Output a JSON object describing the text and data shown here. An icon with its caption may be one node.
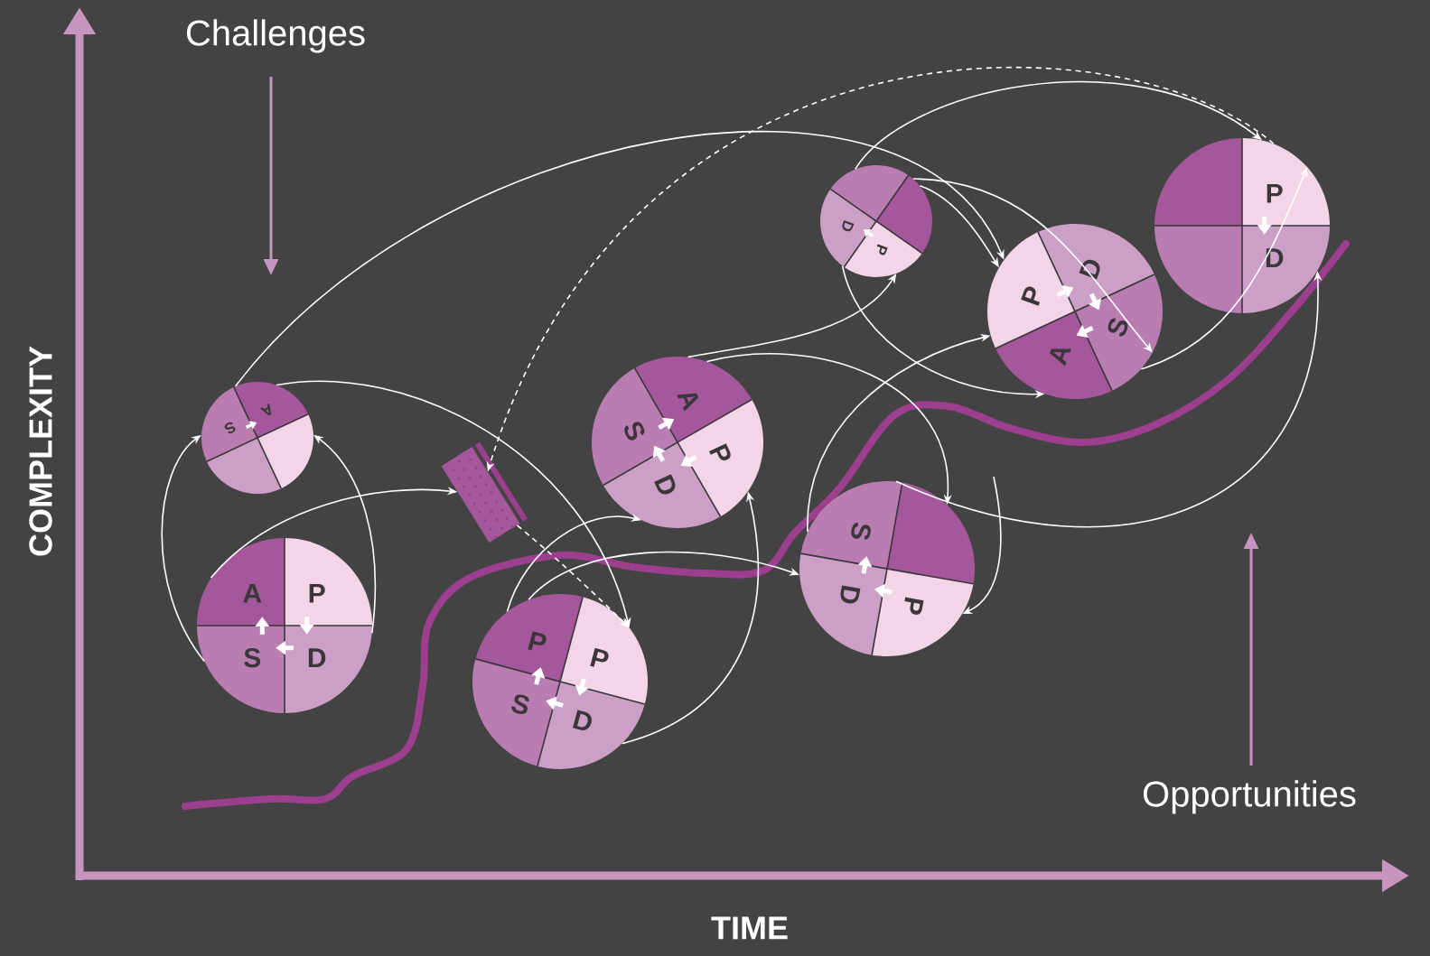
{
  "diagram": {
    "nodes": [
      {
        "text": [
          "A",
          "S"
        ]
      },
      {
        "text": [
          "A",
          "P",
          "S",
          "D"
        ]
      },
      {
        "text": [],
        "shape": "box"
      },
      {
        "text": [
          "A",
          "S",
          "P",
          "D"
        ]
      },
      {
        "text": [
          "P",
          "P",
          "S",
          "D"
        ]
      },
      {
        "text": [
          "D",
          "P"
        ]
      },
      {
        "text": [
          "S",
          "D",
          "P"
        ]
      },
      {
        "text": [
          "P",
          "D",
          "A",
          "S"
        ]
      },
      {
        "text": [
          "P",
          "D"
        ]
      }
    ],
    "edges": [
      {
        "from": 1,
        "to": 0,
        "arrow": "to"
      },
      {
        "from": 1,
        "to": 0,
        "arrow": "to"
      },
      {
        "from": 1,
        "to": 2,
        "arrow": "to"
      },
      {
        "from": 0,
        "to": 4,
        "arrow": "to"
      },
      {
        "from": 0,
        "to": 7,
        "arrow": "to"
      },
      {
        "from": 8,
        "to": 2,
        "arrow": "to",
        "style": "dashed"
      },
      {
        "from": 2,
        "to": 4,
        "arrow": "to",
        "style": "dashed"
      },
      {
        "from": 4,
        "to": 3,
        "arrow": "to"
      },
      {
        "from": 4,
        "to": 3,
        "arrow": "to"
      },
      {
        "from": 4,
        "to": 6,
        "arrow": "to"
      },
      {
        "from": 3,
        "to": 5,
        "arrow": "to"
      },
      {
        "from": 3,
        "to": 6,
        "arrow": "to"
      },
      {
        "from": null,
        "to": 6,
        "arrow": "to"
      },
      {
        "from": 6,
        "to": 7,
        "arrow": "to"
      },
      {
        "from": 5,
        "to": 7,
        "arrow": "to"
      },
      {
        "from": 5,
        "to": 7,
        "arrow": "to"
      },
      {
        "from": 5,
        "to": 7,
        "arrow": "to"
      },
      {
        "from": 6,
        "to": 8,
        "arrow": "to"
      },
      {
        "from": 7,
        "to": 8,
        "arrow": "to"
      },
      {
        "from": 5,
        "to": 8,
        "arrow": "to"
      }
    ],
    "labels": [
      "Challenges",
      "COMPLEXITY",
      "Opportunities",
      "TIME"
    ]
  }
}
